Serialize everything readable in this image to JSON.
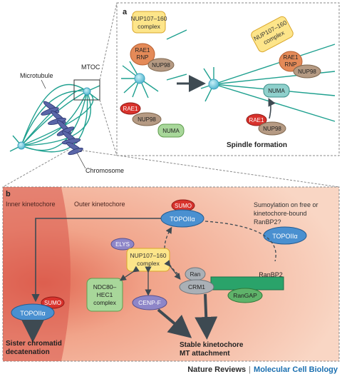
{
  "panel_a": {
    "letter": "a",
    "nup107_line1": "NUP107–160",
    "nup107_line2": "complex",
    "rae1_rnp_line1": "RAE1",
    "rae1_rnp_line2": "RNP",
    "nup98": "NUP98",
    "rae1": "RAE1",
    "numa": "NUMA",
    "spindle_formation": "Spindle formation"
  },
  "cell": {
    "microtubule": "Microtubule",
    "mtoc": "MTOC",
    "chromosome": "Chromosome"
  },
  "panel_b": {
    "letter": "b",
    "inner_kinetochore": "Inner kinetochore",
    "outer_kinetochore": "Outer kinetochore",
    "sumo": "SUMO",
    "topoii": "TOPOIIα",
    "sumoylation_line1": "Sumoylation on free or",
    "sumoylation_line2": "kinetochore-bound",
    "sumoylation_line3": "RanBP2?",
    "elys": "ELYS",
    "nup107_line1": "NUP107–160",
    "nup107_line2": "complex",
    "ndc80_line1": "NDC80–",
    "ndc80_line2": "HEC1",
    "ndc80_line3": "complex",
    "ran": "Ran",
    "crm1": "CRM1",
    "ranbp2": "RanBP2",
    "rangap": "RanGAP",
    "cenpf": "CENP-F",
    "sister_line1": "Sister chromatid",
    "sister_line2": "decatenation",
    "stable_line1": "Stable kinetochore",
    "stable_line2": "MT attachment"
  },
  "footer": {
    "journal": "Nature Reviews",
    "separator": "|",
    "subjournal": "Molecular Cell Biology"
  },
  "colors": {
    "yellow_fill": "#fde58a",
    "yellow_stroke": "#d9a62b",
    "orange_fill": "#e48a58",
    "brown_fill": "#b59a83",
    "green_fill": "#a8d79a",
    "red_fill": "#d8322c",
    "blue_fill": "#4a90d0",
    "purple_fill": "#8e86c8",
    "grey_fill": "#aab0b6",
    "microtubule": "#1ea08f",
    "chromosome": "#5a66a8",
    "mtoc": "#6dc6dc",
    "panel_b_bg": "#f7c6ae",
    "inner_zone": "#e0695a",
    "arrow_dark": "#3e4a52"
  }
}
